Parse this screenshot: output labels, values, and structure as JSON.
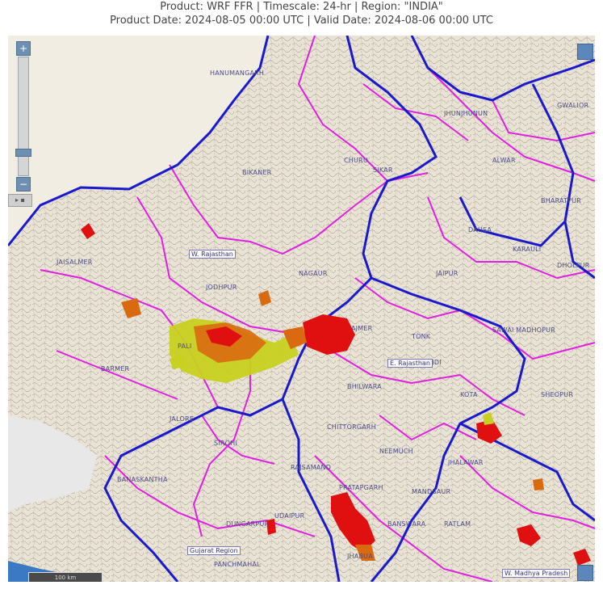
{
  "header": {
    "line1": "Product: WRF FFR  |  Timescale: 24-hr  |  Region: \"INDIA\"",
    "line2": "Product Date: 2024-08-05 00:00 UTC  |  Valid Date: 2024-08-06 00:00 UTC"
  },
  "map": {
    "controls": {
      "zoom_in": "+",
      "zoom_out": "−",
      "layer_toggle": "▸ ▪"
    },
    "scale_text": "100 km",
    "colors": {
      "land": "#e9e3d6",
      "ocean": "#d8d8d8",
      "state_boundary": "#1a1acc",
      "district_boundary": "#e020e0",
      "rivers": "#7a6a5a",
      "risk_high": "#e01010",
      "risk_moderate": "#d96a10",
      "risk_low": "#c8d020"
    },
    "region_labels": [
      "W. Rajasthan",
      "E. Rajasthan",
      "Gujarat Region",
      "W. Madhya Pradesh"
    ],
    "place_labels": [
      "HANUMANGARH",
      "BIKANER",
      "CHURU",
      "JAISALMER",
      "JODHPUR",
      "NAGAUR",
      "BARMER",
      "JALORE",
      "SIROHI",
      "UDAIPUR",
      "BANSWARA",
      "DUNGARPUR",
      "BHILWARA",
      "AJMER",
      "JAIPUR",
      "TONK",
      "BUNDI",
      "KOTA",
      "JHALAWAR",
      "PRATAPGARH",
      "CHITTORGARH",
      "BANASKANTHA",
      "SIKAR",
      "JHUNJHUNUN",
      "ALWAR",
      "BHARATPUR",
      "DHOLPUR",
      "DAUSA",
      "KARAULI",
      "SAWAI MADHOPUR",
      "RAJSAMAND",
      "PALI",
      "SHEOPUR",
      "GWALIOR",
      "MANDSAUR",
      "NEEMUCH",
      "RATLAM",
      "JHABUA",
      "PANCHMAHAL"
    ]
  }
}
